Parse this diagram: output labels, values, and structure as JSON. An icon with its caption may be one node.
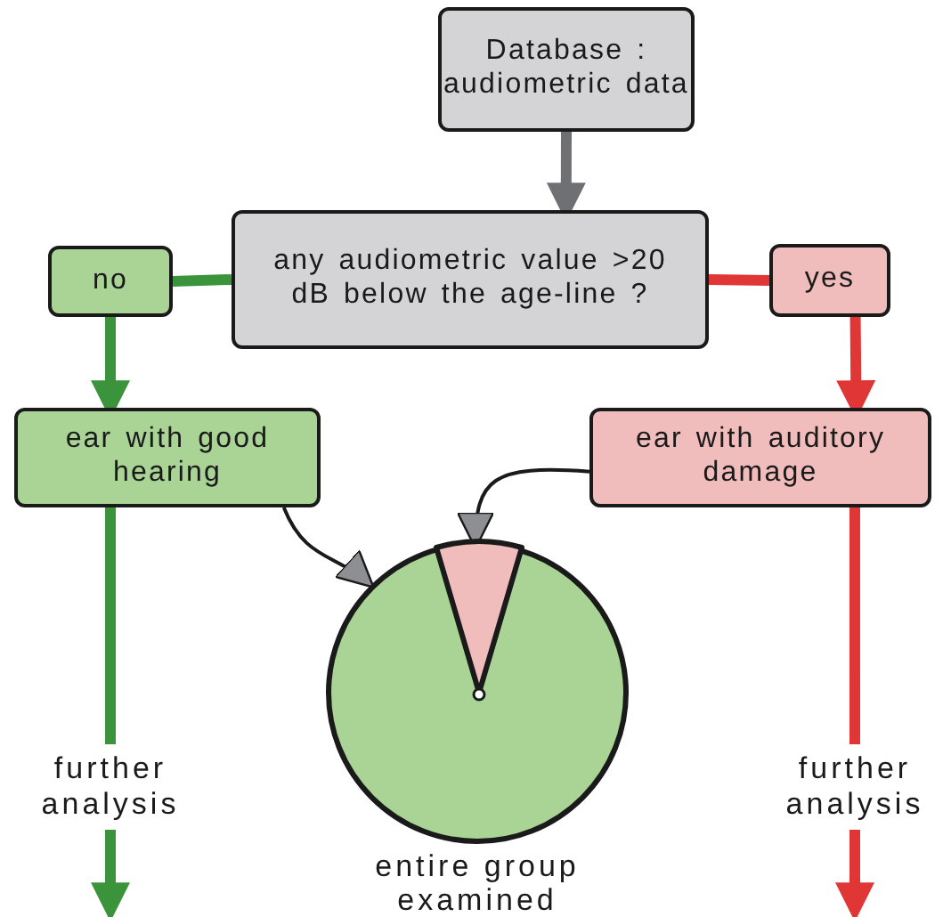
{
  "diagram": {
    "nodes": [
      {
        "text": [
          "Database : audiometric data"
        ]
      },
      {
        "text": [
          "any audiometric value >20 dB below the age-line ?"
        ]
      },
      {
        "text": [
          "no"
        ]
      },
      {
        "text": [
          "yes"
        ]
      },
      {
        "text": [
          "ear with good hearing"
        ]
      },
      {
        "text": [
          "ear with auditory damage"
        ]
      },
      {
        "text": [],
        "shape": "circle",
        "beside": [
          "entire group examined"
        ]
      },
      {
        "text": [],
        "shape": "wedge",
        "in": 6
      },
      {
        "text": [
          "further analysis"
        ]
      },
      {
        "text": [
          "further analysis"
        ]
      }
    ],
    "edges": [
      {
        "from": 0,
        "to": 1,
        "arrow": "to",
        "color": "#6f7073"
      },
      {
        "from": 1,
        "to": 2,
        "arrow": "none",
        "color": "#3b933b"
      },
      {
        "from": 1,
        "to": 3,
        "arrow": "none",
        "color": "#e03636"
      },
      {
        "from": 2,
        "to": 4,
        "arrow": "to",
        "color": "#3b933b"
      },
      {
        "from": 3,
        "to": 5,
        "arrow": "to",
        "color": "#e03636"
      },
      {
        "from": 4,
        "to": 6,
        "arrow": "to",
        "color": "#1a1a1a"
      },
      {
        "from": 5,
        "to": 7,
        "arrow": "to",
        "color": "#1a1a1a"
      },
      {
        "from": 4,
        "to": 8,
        "arrow": "none",
        "color": "#3b933b"
      },
      {
        "from": 8,
        "to": null,
        "arrow": "to",
        "color": "#3b933b"
      },
      {
        "from": 5,
        "to": 9,
        "arrow": "none",
        "color": "#e03636"
      },
      {
        "from": 9,
        "to": null,
        "arrow": "to",
        "color": "#e03636"
      }
    ]
  }
}
